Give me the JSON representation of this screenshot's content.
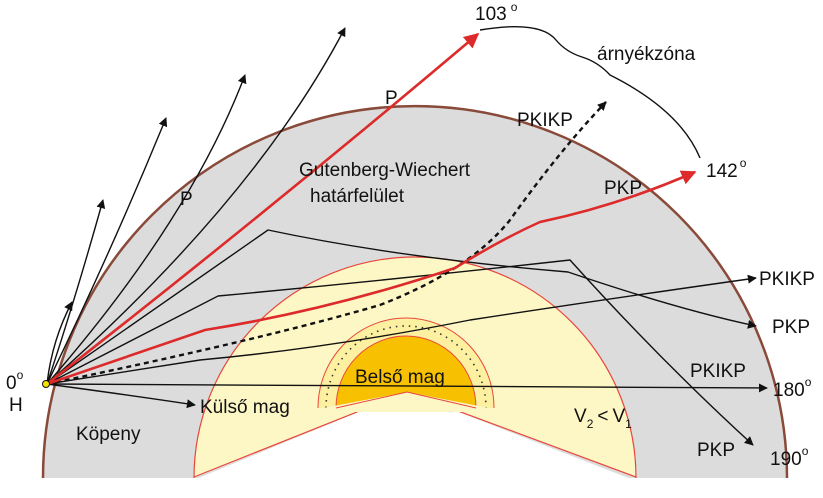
{
  "labels": {
    "deg0": "0",
    "deg103": "103",
    "deg142": "142",
    "deg180": "180",
    "deg190": "190",
    "degree_mark": "o",
    "shadow_zone": "árnyékzóna",
    "p_upper": "P",
    "p_lower": "P",
    "pkikp_inside": "PKIKP",
    "boundary_line1": "Gutenberg-Wiechert",
    "boundary_line2": "határfelület",
    "pkp_inside": "PKP",
    "pkikp_right": "PKIKP",
    "pkp_right": "PKP",
    "pkikp_axis": "PKIKP",
    "pkp_bottom": "PKP",
    "hypocenter": "H",
    "mantle": "Köpeny",
    "outer_core": "Külső mag",
    "inner_core": "Belső mag",
    "velocity_v": "V",
    "velocity_sub2": "2",
    "velocity_lt": "<",
    "velocity_sub1": "1"
  },
  "colors": {
    "mantle": "#dcdcdc",
    "outer_core": "#fdf7c6",
    "inner_core": "#f7c000",
    "crust_edge": "#8a4a3a",
    "core_boundary": "#e8463c",
    "highlight_ray": "#dd2a2a",
    "ray": "#111111",
    "hypocenter_dot": "#f5e100"
  }
}
